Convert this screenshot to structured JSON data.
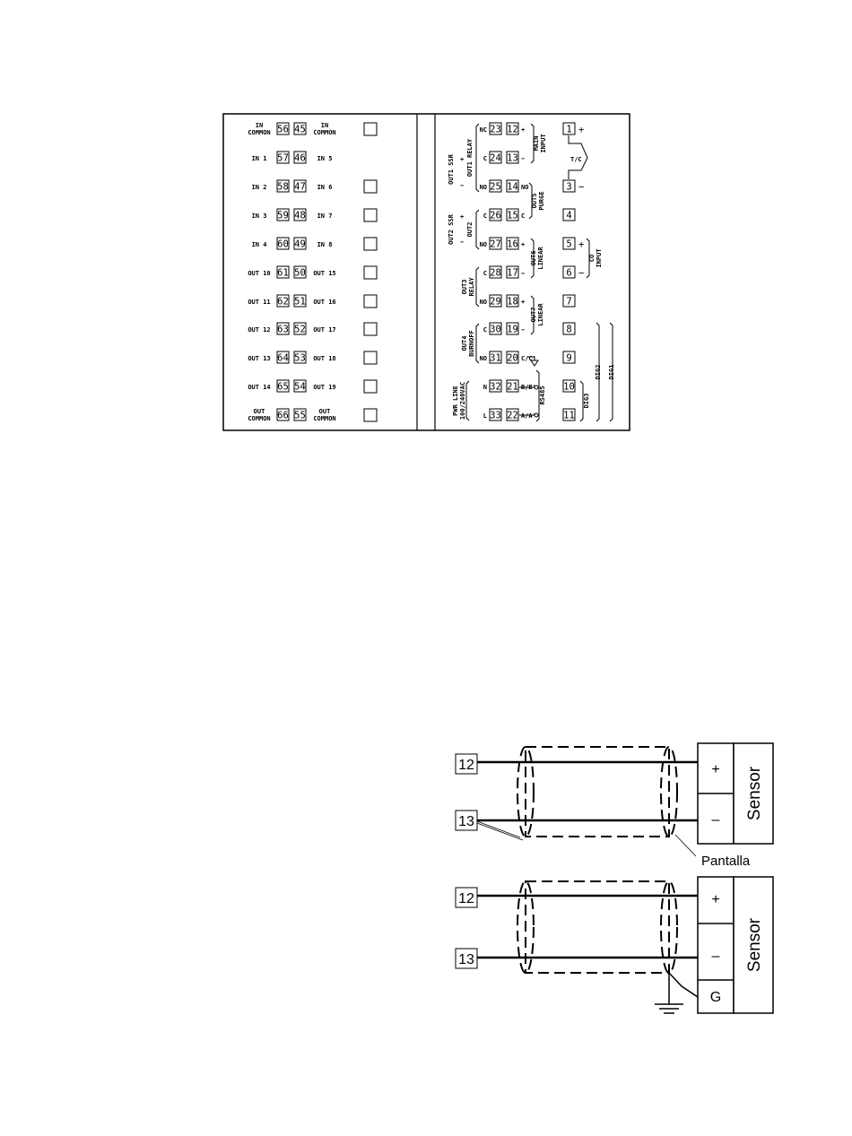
{
  "left_panel": {
    "rows": [
      {
        "left": [
          "IN",
          "COMMON"
        ],
        "a": "56",
        "b": "45",
        "right": [
          "IN",
          "COMMON"
        ],
        "checkbox": true
      },
      {
        "left": [
          "IN 1"
        ],
        "a": "57",
        "b": "46",
        "right": [
          "IN 5"
        ],
        "checkbox": false
      },
      {
        "left": [
          "IN 2"
        ],
        "a": "58",
        "b": "47",
        "right": [
          "IN 6"
        ],
        "checkbox": true
      },
      {
        "left": [
          "IN 3"
        ],
        "a": "59",
        "b": "48",
        "right": [
          "IN 7"
        ],
        "checkbox": true
      },
      {
        "left": [
          "IN 4"
        ],
        "a": "60",
        "b": "49",
        "right": [
          "IN 8"
        ],
        "checkbox": true
      },
      {
        "left": [
          "OUT 10"
        ],
        "a": "61",
        "b": "50",
        "right": [
          "OUT 15"
        ],
        "checkbox": true
      },
      {
        "left": [
          "OUT 11"
        ],
        "a": "62",
        "b": "51",
        "right": [
          "OUT 16"
        ],
        "checkbox": true
      },
      {
        "left": [
          "OUT 12"
        ],
        "a": "63",
        "b": "52",
        "right": [
          "OUT 17"
        ],
        "checkbox": true
      },
      {
        "left": [
          "OUT 13"
        ],
        "a": "64",
        "b": "53",
        "right": [
          "OUT 18"
        ],
        "checkbox": true
      },
      {
        "left": [
          "OUT 14"
        ],
        "a": "65",
        "b": "54",
        "right": [
          "OUT 19"
        ],
        "checkbox": true
      },
      {
        "left": [
          "OUT",
          "COMMON"
        ],
        "a": "66",
        "b": "55",
        "right": [
          "OUT",
          "COMMON"
        ],
        "checkbox": true
      }
    ]
  },
  "right_panel": {
    "rows": [
      {
        "pre": "NC",
        "a": "23",
        "b": "12",
        "post": "+"
      },
      {
        "pre": "C",
        "a": "24",
        "b": "13",
        "post": "−"
      },
      {
        "pre": "NO",
        "a": "25",
        "b": "14",
        "post": "NO"
      },
      {
        "pre": "C",
        "a": "26",
        "b": "15",
        "post": "C"
      },
      {
        "pre": "NO",
        "a": "27",
        "b": "16",
        "post": "+"
      },
      {
        "pre": "C",
        "a": "28",
        "b": "17",
        "post": "−"
      },
      {
        "pre": "NO",
        "a": "29",
        "b": "18",
        "post": "+"
      },
      {
        "pre": "C",
        "a": "30",
        "b": "19",
        "post": "−"
      },
      {
        "pre": "NO",
        "a": "31",
        "b": "20",
        "post": "C/C'"
      },
      {
        "pre": "N",
        "a": "32",
        "b": "21",
        "post": "B/B'"
      },
      {
        "pre": "L",
        "a": "33",
        "b": "22",
        "post": "A/A'"
      }
    ],
    "terminals": [
      {
        "num": "1",
        "sign": "+"
      },
      {
        "num": "",
        "sign": ""
      },
      {
        "num": "3",
        "sign": "−"
      },
      {
        "num": "4",
        "sign": ""
      },
      {
        "num": "5",
        "sign": "+"
      },
      {
        "num": "6",
        "sign": "−"
      },
      {
        "num": "7",
        "sign": ""
      },
      {
        "num": "8",
        "sign": ""
      },
      {
        "num": "9",
        "sign": ""
      },
      {
        "num": "10",
        "sign": ""
      },
      {
        "num": "11",
        "sign": ""
      }
    ],
    "tc_label": "T/C",
    "group_labels": {
      "out1_ssr": "OUT1 SSR",
      "out1_relay": "OUT1 RELAY",
      "main": "MAIN",
      "input": "INPUT",
      "out5": "OUT5",
      "purge": "PURGE",
      "out2_ssr": "OUT2 SSR",
      "out2": "OUT2",
      "out6": "OUT6",
      "linear_6": "LINEAR",
      "co": "CO",
      "co_input": "INPUT",
      "out3": "OUT3",
      "relay3": "RELAY",
      "out7": "OUT7",
      "linear_7": "LINEAR",
      "out4": "OUT4",
      "burnoff": "BURNOFF",
      "rs485": "RS485",
      "pwr_line": "PWR LINE",
      "pwr_volt": "100/240VAC",
      "dig1": "DIG1",
      "dig2": "DIG2",
      "dig3": "DIG3"
    },
    "polarity": {
      "plus": "+",
      "minus": "−"
    }
  },
  "wiring": {
    "top": {
      "term_a": "12",
      "term_b": "13",
      "plus": "+",
      "minus": "–",
      "sensor": "Sensor",
      "shield_label": "Pantalla"
    },
    "bottom": {
      "term_a": "12",
      "term_b": "13",
      "plus": "+",
      "minus": "–",
      "ground": "G",
      "sensor": "Sensor"
    }
  }
}
